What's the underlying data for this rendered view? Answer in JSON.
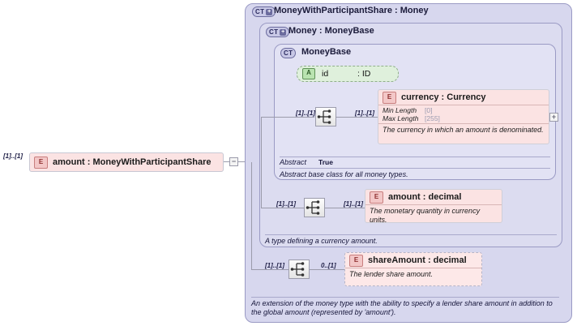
{
  "diagram": {
    "type": "xsd-schema-diagram",
    "root_element": {
      "cardinality": "[1]..[1]",
      "badge": "E",
      "label": "amount   : MoneyWithParticipantShare",
      "toggle": "−"
    },
    "panels": [
      {
        "level": 1,
        "tag": "CT",
        "tag_plus": "+",
        "title": "MoneyWithParticipantShare : Money",
        "documentation": "An extension of the money type with the ability to specify a lender share amount in addition to the global amount (represented by 'amount')."
      },
      {
        "level": 2,
        "tag": "CT",
        "tag_plus": "+",
        "title": "Money    : MoneyBase",
        "documentation": "A type defining a currency amount."
      },
      {
        "level": 3,
        "tag": "CT",
        "tag_plus": "",
        "title": "MoneyBase",
        "abstract_key": "Abstract",
        "abstract_value": "True",
        "documentation": "Abstract base class for all money types."
      }
    ],
    "attribute": {
      "badge": "A",
      "name": "id",
      "type": ": ID"
    },
    "sequences": [
      {
        "id": "seq-currency",
        "left_card": "[1]..[1]",
        "right_card": "[1]..[1]"
      },
      {
        "id": "seq-amount",
        "left_card": "[1]..[1]",
        "right_card": "[1]..[1]"
      },
      {
        "id": "seq-shareamount",
        "left_card": "[1]..[1]",
        "right_card": "0..[1]"
      }
    ],
    "elements": [
      {
        "id": "currency",
        "badge": "E",
        "label": "currency : Currency",
        "facets": [
          {
            "key": "Min Length",
            "value": "[0]"
          },
          {
            "key": "Max Length",
            "value": "[255]"
          }
        ],
        "documentation": "The currency in which an amount is denominated.",
        "toggle": "+"
      },
      {
        "id": "amount",
        "badge": "E",
        "label": "amount  : decimal",
        "facets": [],
        "documentation": "The monetary quantity in currency units.",
        "toggle": ""
      },
      {
        "id": "shareAmount",
        "badge": "E",
        "label": "shareAmount : decimal",
        "facets": [],
        "documentation": "The lender share amount.",
        "toggle": ""
      }
    ],
    "colors": {
      "panel_l1": "#d7d7ee",
      "panel_l2": "#dcdcf0",
      "panel_l3": "#e2e2f4",
      "element_fill": "#fbe3e3",
      "element_badge": "#f3c7c7",
      "attribute_fill": "#dff0dc",
      "line": "#9b9bab"
    }
  }
}
